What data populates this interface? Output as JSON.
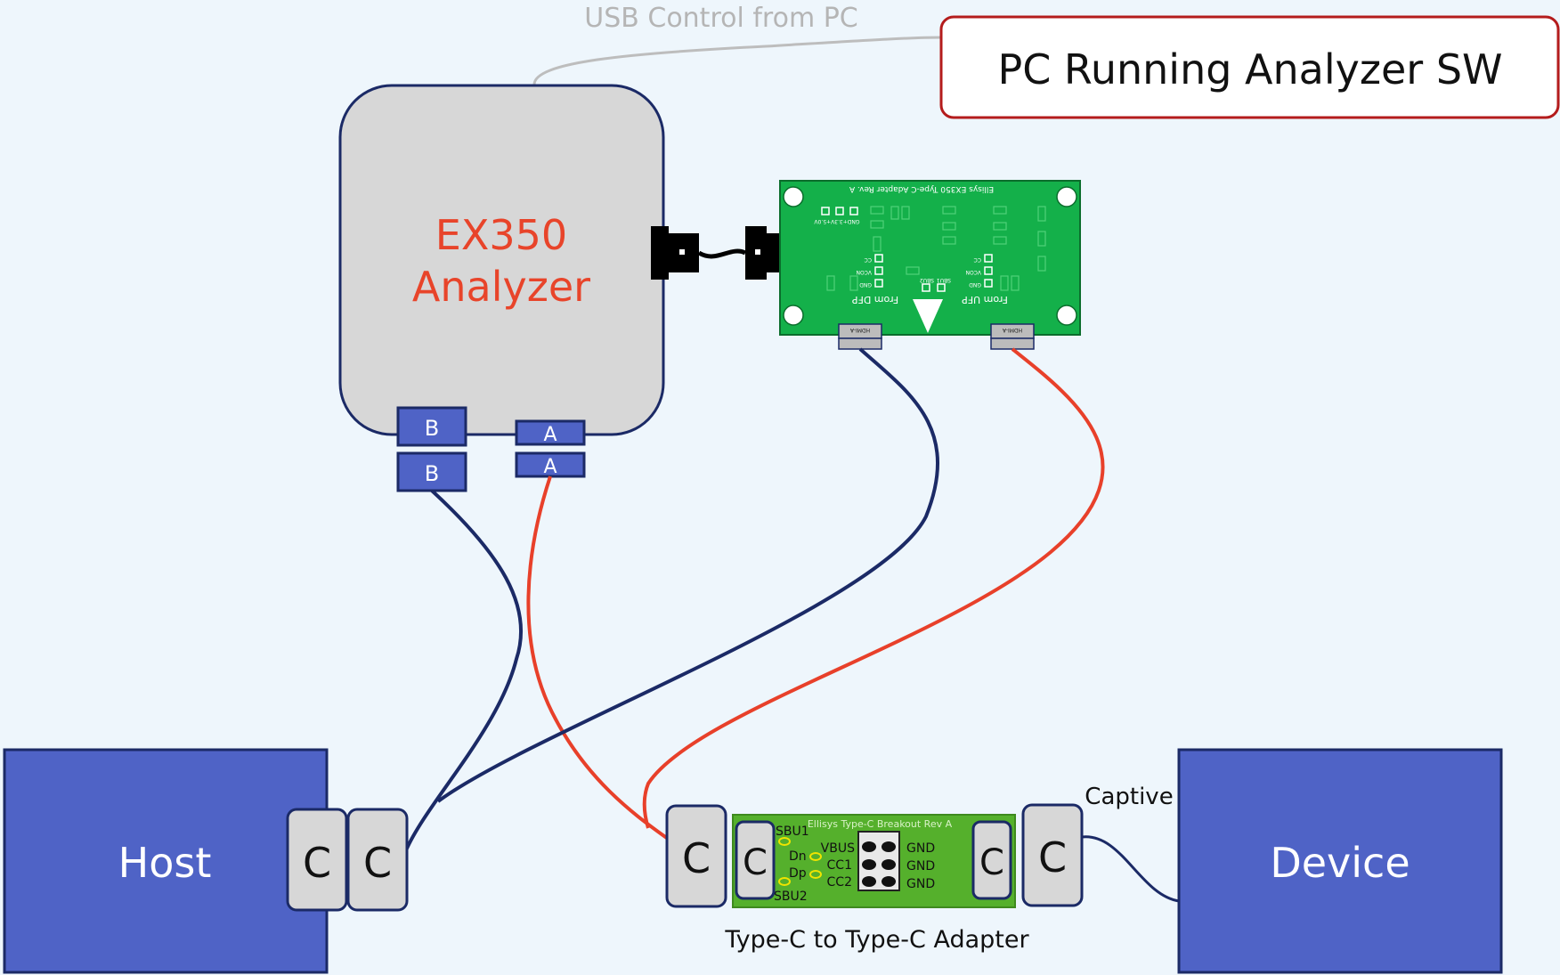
{
  "pc_box": {
    "label": "PC Running Analyzer SW"
  },
  "usb_link": {
    "label": "USB Control from PC"
  },
  "analyzer": {
    "name_line1": "EX350",
    "name_line2": "Analyzer",
    "port_b": "B",
    "port_a": "A"
  },
  "adapter_board": {
    "title": "Ellisys EX350 Type-C Adapter Rev. A",
    "from_dfp": "From DFP",
    "from_ufp": "From UFP",
    "hdmi_label": "HDMI-A",
    "silk_dfp": [
      "CC",
      "VCON",
      "GND"
    ],
    "silk_ufp": [
      "CC",
      "VCON",
      "GND"
    ],
    "silk_sbu": [
      "SBU1",
      "SBU2"
    ],
    "silk_power": "GND+3.3V+5.0V"
  },
  "host": {
    "label": "Host"
  },
  "device": {
    "label": "Device"
  },
  "connector_label": "C",
  "breakout": {
    "title": "Ellisys Type-C Breakout Rev A",
    "caption": "Type-C to Type-C Adapter",
    "pins_left": [
      "SBU1",
      "Dn",
      "Dp",
      "SBU2"
    ],
    "pins_mid": [
      "VBUS",
      "CC1",
      "CC2"
    ],
    "pins_right": [
      "GND",
      "GND",
      "GND"
    ]
  },
  "captive_label": "Captive",
  "colors": {
    "navy_cable": "#1b2a66",
    "red_cable": "#e8402a",
    "box_blue": "#4f63c6",
    "board_green": "#14b04a",
    "analyzer_text": "#e8442a"
  }
}
